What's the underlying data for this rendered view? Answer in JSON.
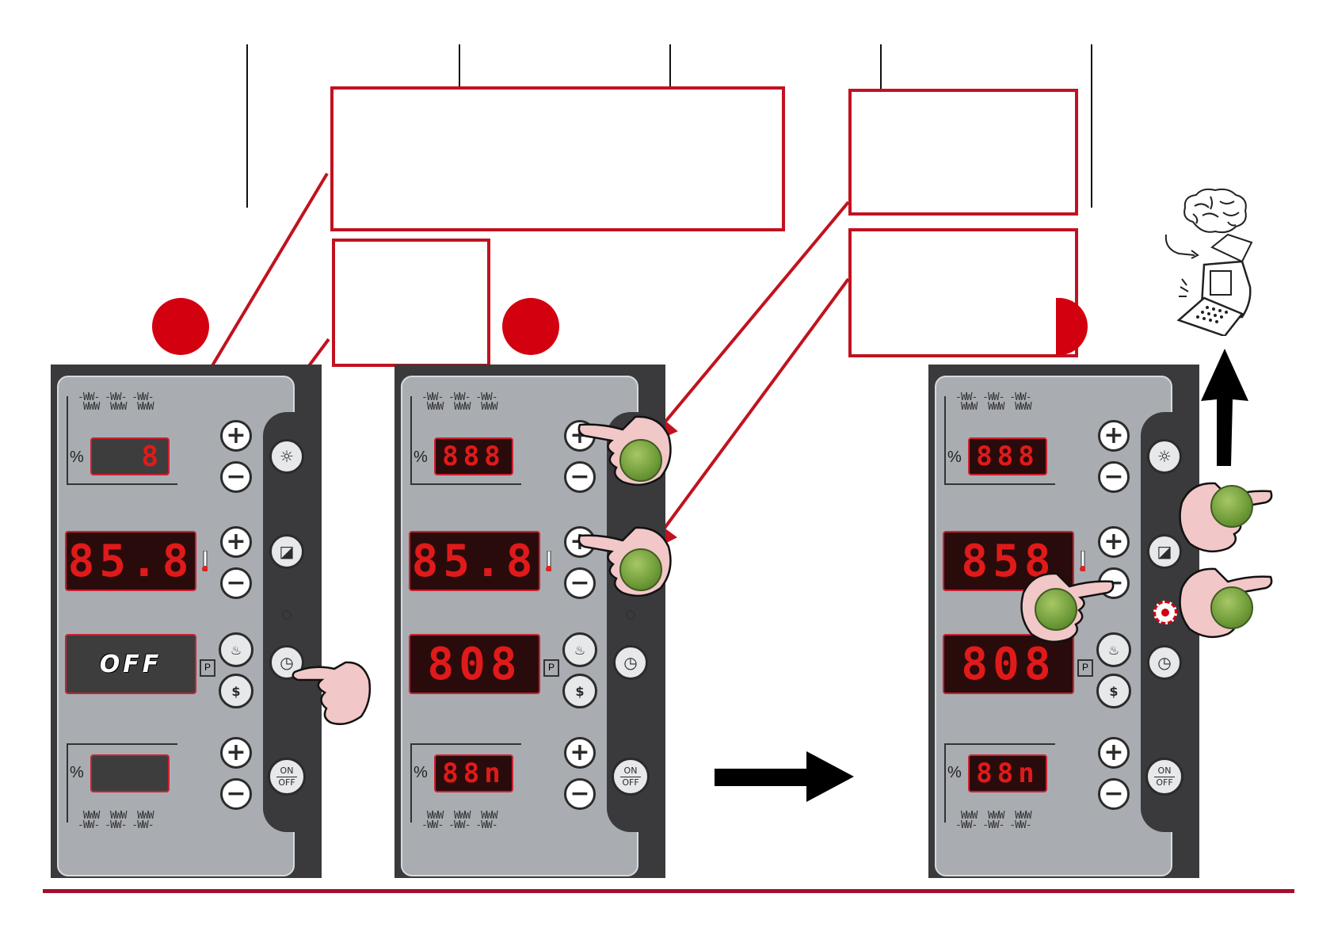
{
  "icons": {
    "brain": "brain-icon",
    "computer": "computer-icon",
    "arrow_right": "arrow-right-icon",
    "arrow_up": "arrow-up-icon"
  },
  "colors": {
    "accent": "#c1121f",
    "led": "#e01a1a",
    "panel": "#3a3a3c",
    "face": "#a9adb2",
    "finger_tip": "#7aa23f"
  },
  "panels": [
    {
      "top_display": "8",
      "middle_display": "85.8",
      "third_display": "OFF",
      "bottom_display": "",
      "pct_symbol": "%",
      "onoff_on": "ON",
      "onoff_off": "OFF"
    },
    {
      "top_display": "888",
      "middle_display": "85.8",
      "third_display": "808",
      "bottom_display": "88n",
      "pct_symbol": "%",
      "onoff_on": "ON",
      "onoff_off": "OFF"
    },
    {
      "top_display": "888",
      "middle_display": "858",
      "third_display": "808",
      "bottom_display": "88n",
      "pct_symbol": "%",
      "onoff_on": "ON",
      "onoff_off": "OFF"
    }
  ]
}
